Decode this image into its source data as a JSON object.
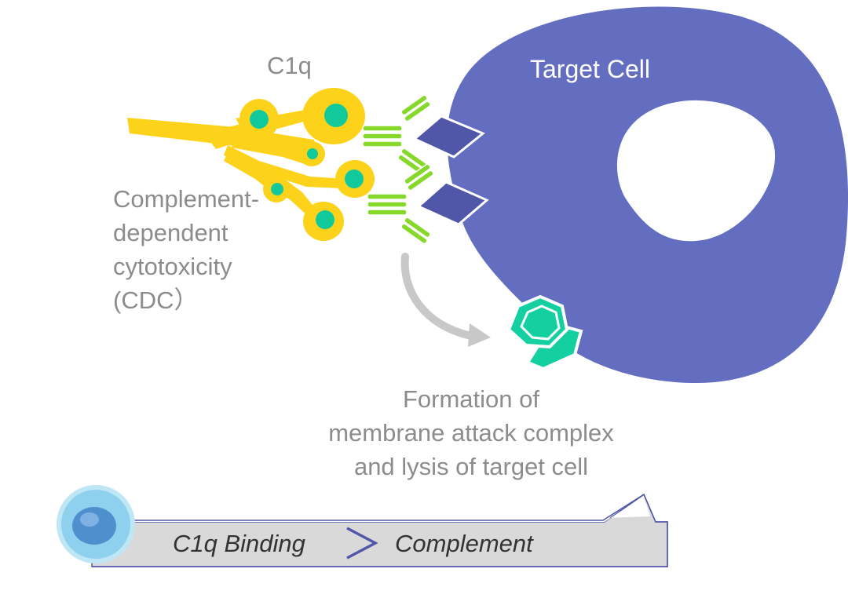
{
  "labels": {
    "c1q": "C1q",
    "target_cell": "Target Cell",
    "cdc": "Complement-\ndependent\ncytotoxicity\n(CDC）",
    "mac": "Formation of\nmembrane attack complex\nand lysis of target cell"
  },
  "banner": {
    "step_1": "C1q Binding",
    "step_2": "Complement"
  },
  "colors": {
    "cell": "#636ec0",
    "c1q": "#fcd31a",
    "c1q_head_core": "#12c99c",
    "antibody": "#86d82a",
    "antigen": "#5157a8",
    "mac": "#14d0a0",
    "arrow": "#c8c8c8"
  }
}
